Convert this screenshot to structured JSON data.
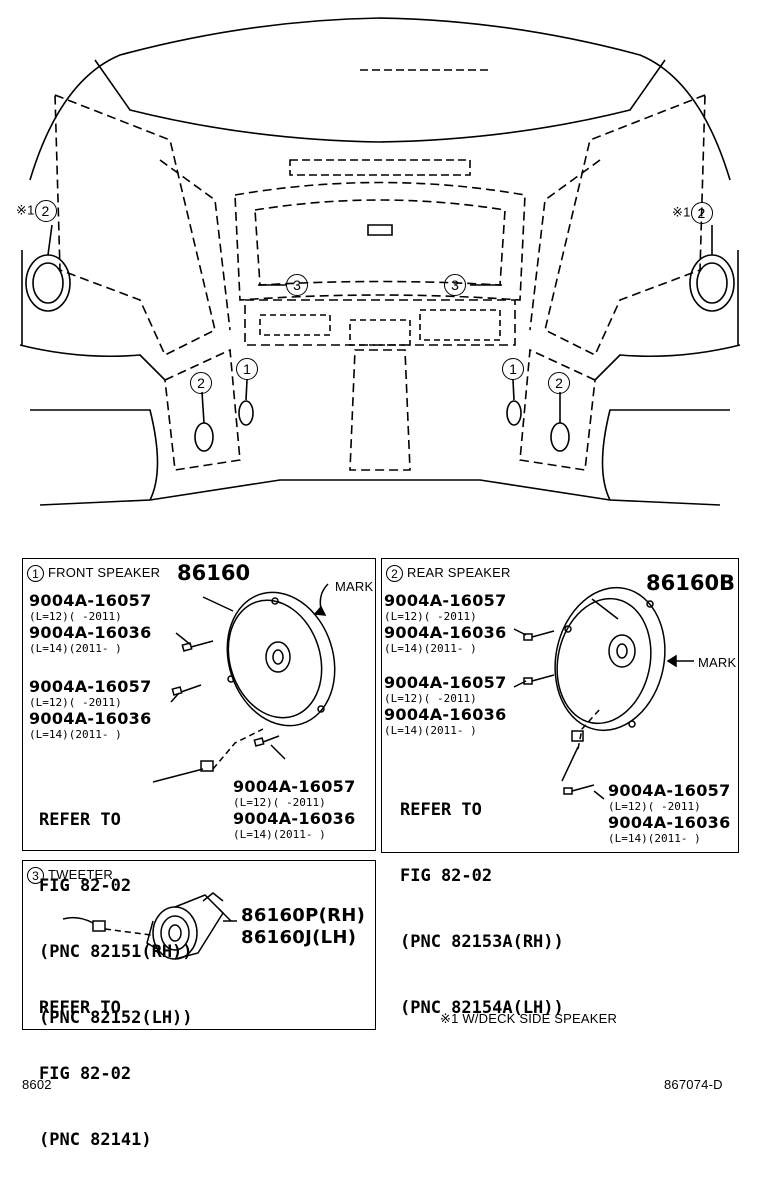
{
  "header_marks": {
    "left_callout": "※1",
    "left_callout_num": "2",
    "right_callout": "※1",
    "right_callout_num": "2",
    "callout_3": "3",
    "callout_1": "1",
    "callout_2": "2"
  },
  "panel_front": {
    "num": "1",
    "title": "FRONT SPEAKER",
    "main_part": "86160",
    "mark": "MARK",
    "screws_top": [
      {
        "pn": "9004A-16057",
        "note": "(L=12)(      -2011)"
      },
      {
        "pn": "9004A-16036",
        "note": "(L=14)(2011-      )"
      }
    ],
    "screws_mid": [
      {
        "pn": "9004A-16057",
        "note": "(L=12)(      -2011)"
      },
      {
        "pn": "9004A-16036",
        "note": "(L=14)(2011-      )"
      }
    ],
    "screws_bottom": [
      {
        "pn": "9004A-16057",
        "note": "(L=12)(      -2011)"
      },
      {
        "pn": "9004A-16036",
        "note": "(L=14)(2011-      )"
      }
    ],
    "refer": [
      "REFER TO",
      "FIG 82-02",
      "(PNC 82151(RH))",
      "(PNC 82152(LH))"
    ]
  },
  "panel_rear": {
    "num": "2",
    "title": "REAR SPEAKER",
    "main_part": "86160B",
    "mark": "MARK",
    "screws_top": [
      {
        "pn": "9004A-16057",
        "note": "(L=12)(      -2011)"
      },
      {
        "pn": "9004A-16036",
        "note": "(L=14)(2011-      )"
      }
    ],
    "screws_mid": [
      {
        "pn": "9004A-16057",
        "note": "(L=12)(      -2011)"
      },
      {
        "pn": "9004A-16036",
        "note": "(L=14)(2011-      )"
      }
    ],
    "screws_bottom": [
      {
        "pn": "9004A-16057",
        "note": "(L=12)(      -2011)"
      },
      {
        "pn": "9004A-16036",
        "note": "(L=14)(2011-      )"
      }
    ],
    "refer": [
      "REFER TO",
      "FIG 82-02",
      "(PNC 82153A(RH))",
      "(PNC 82154A(LH))"
    ]
  },
  "panel_tweeter": {
    "num": "3",
    "title": "TWEETER",
    "part_rh": "86160P(RH)",
    "part_lh": "86160J(LH)",
    "refer": [
      "REFER TO",
      "FIG 82-02",
      "(PNC 82141)"
    ]
  },
  "footnote": "※1 W/DECK SIDE SPEAKER",
  "footer_left": "8602",
  "footer_right": "867074-D"
}
